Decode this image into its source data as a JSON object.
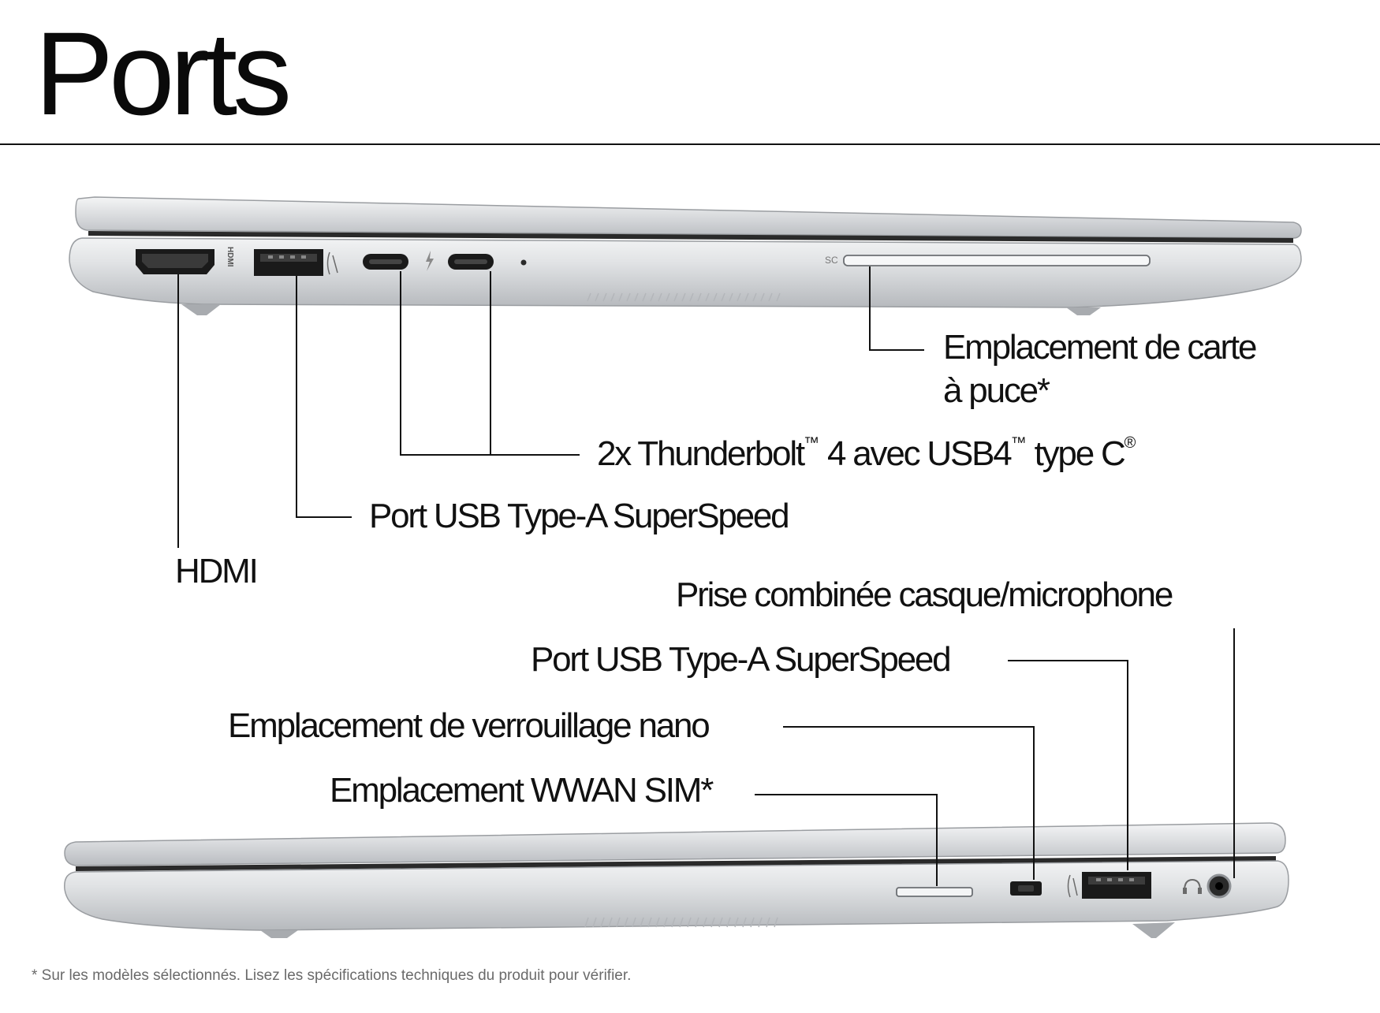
{
  "page": {
    "title": "Ports",
    "footnote": "* Sur les modèles sélectionnés. Lisez les spécifications techniques du produit pour vérifier."
  },
  "left_side": {
    "port_marks": {
      "hdmi": "HDMI",
      "smart_card": "SC"
    },
    "callouts": {
      "smart_card_line1": "Emplacement de carte",
      "smart_card_line2": "à puce*",
      "thunderbolt_a": "2x Thunderbolt",
      "thunderbolt_b": " 4 avec USB4",
      "thunderbolt_c": " type C",
      "tm": "™",
      "reg": "®",
      "usb_a": "Port USB Type-A SuperSpeed",
      "hdmi": "HDMI"
    }
  },
  "right_side": {
    "callouts": {
      "audio_jack": "Prise combinée casque/microphone",
      "usb_a": "Port USB Type-A SuperSpeed",
      "nano_lock": "Emplacement de verrouillage nano",
      "wwan_sim": "Emplacement WWAN SIM*"
    }
  },
  "colors": {
    "chassis": "#d3d5d8",
    "chassis_light": "#eceef0",
    "port": "#1a1a1a",
    "line": "#111111"
  }
}
